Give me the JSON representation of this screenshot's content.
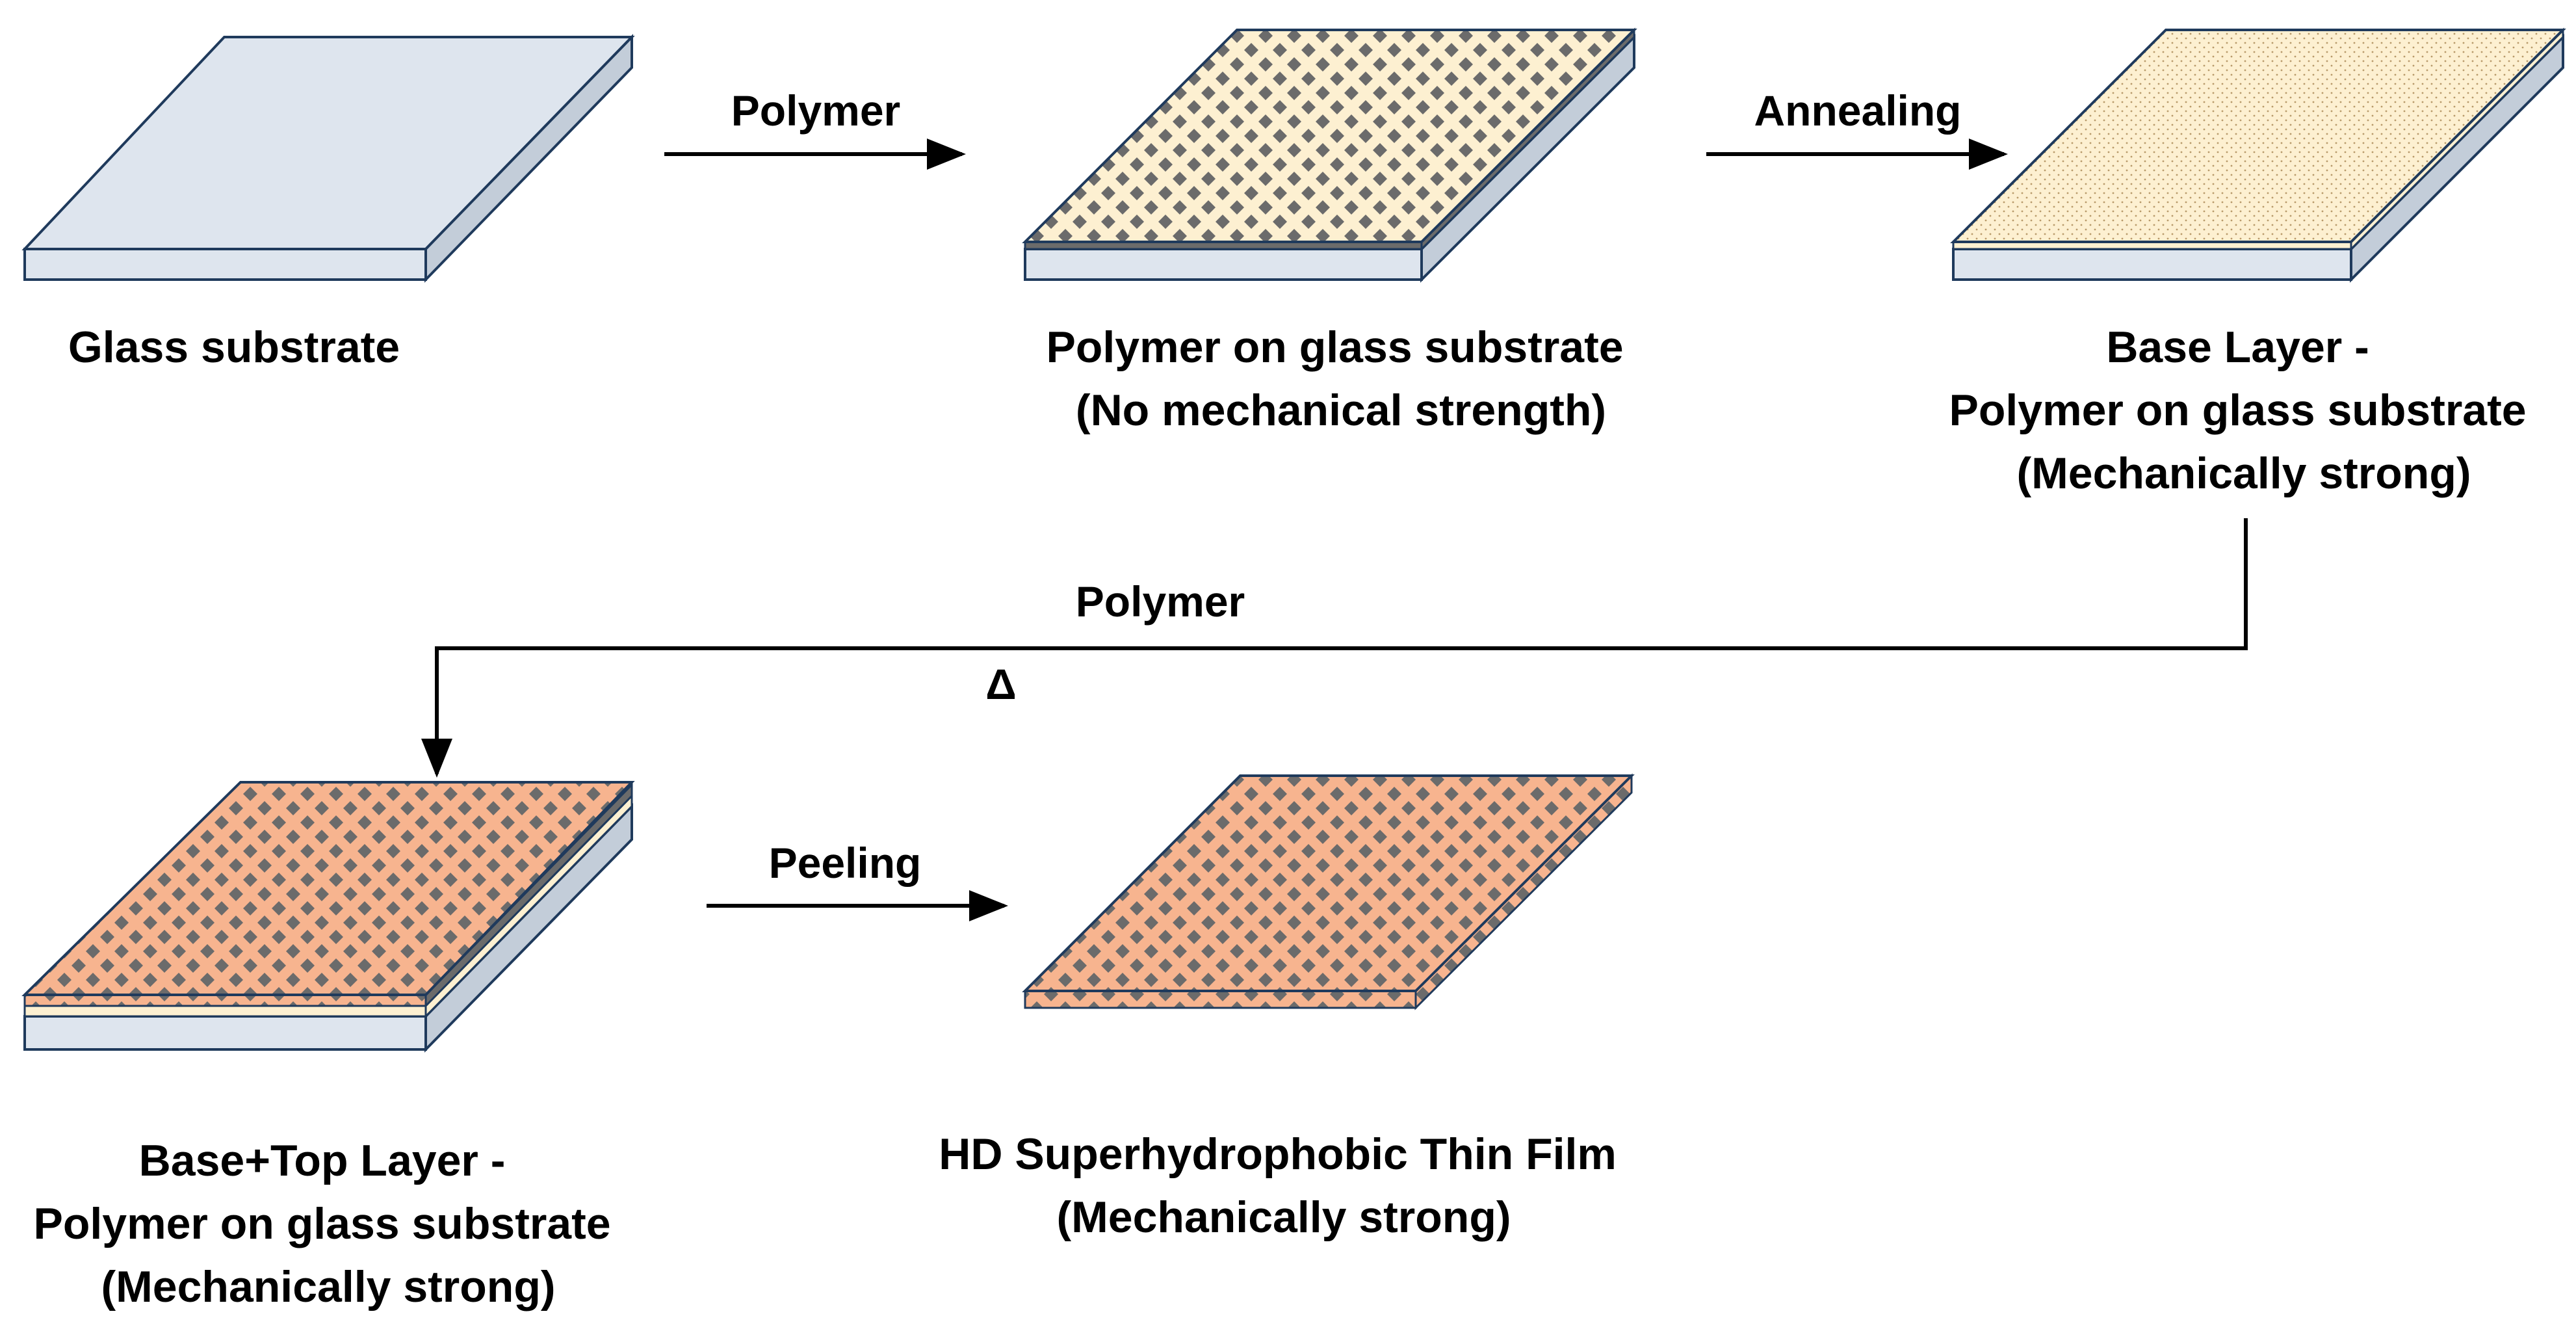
{
  "steps": [
    {
      "caption": [
        "Glass substrate"
      ]
    },
    {
      "caption": [
        "Polymer on glass substrate",
        "(No mechanical strength)"
      ]
    },
    {
      "caption": [
        "Base Layer -",
        "Polymer on glass substrate",
        "(Mechanically strong)"
      ]
    },
    {
      "caption": [
        "Base+Top Layer -",
        "Polymer on glass substrate",
        "(Mechanically strong)"
      ]
    },
    {
      "caption": [
        "HD Superhydrophobic Thin Film",
        "(Mechanically strong)"
      ]
    }
  ],
  "arrows": {
    "a1": "Polymer",
    "a2": "Annealing",
    "a3": "Polymer",
    "a3_symbol": "Δ",
    "a4": "Peeling"
  },
  "colors": {
    "glass_top": "#dee5ee",
    "glass_side": "#c3cdd9",
    "outline": "#1f3a5c",
    "polymer_cream": "#fdf0d1",
    "polymer_orange": "#f7b48f",
    "pattern_dots": "#6b6b6b",
    "arrow": "#000000"
  }
}
